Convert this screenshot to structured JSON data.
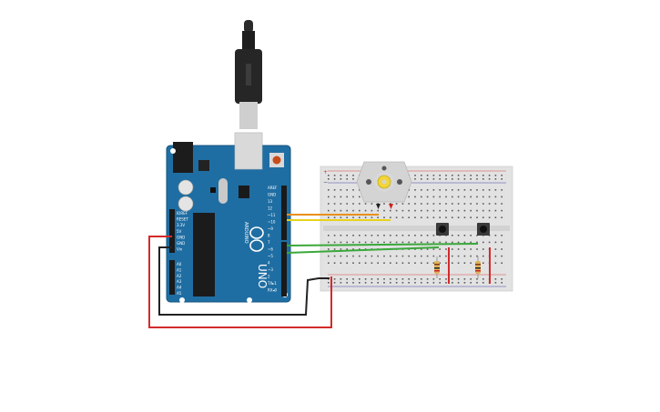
{
  "board": {
    "name": "UNO",
    "brand": "ARDUINO",
    "power_pins": [
      "IOREF",
      "RESET",
      "3.3V",
      "5V",
      "GND",
      "GND",
      "Vin"
    ],
    "analog_pins": [
      "A0",
      "A1",
      "A2",
      "A3",
      "A4",
      "A5"
    ],
    "digital_pins": [
      "AREF",
      "GND",
      "13",
      "12",
      "~11",
      "~10",
      "~9",
      "8",
      "7",
      "~6",
      "~5",
      "4",
      "~3",
      "2",
      "TX▸1",
      "RX◂0"
    ],
    "color": "#1f6ea3"
  },
  "breadboard": {
    "rail_plus_symbol": "+",
    "rail_minus_symbol": "−"
  },
  "components": {
    "motor": "dc-motor",
    "buttons": 2,
    "resistors": 2
  },
  "wire_colors": {
    "red": "#d42a2a",
    "black": "#222222",
    "orange": "#e8901a",
    "yellow": "#e9d21c",
    "green": "#3aa83a"
  }
}
